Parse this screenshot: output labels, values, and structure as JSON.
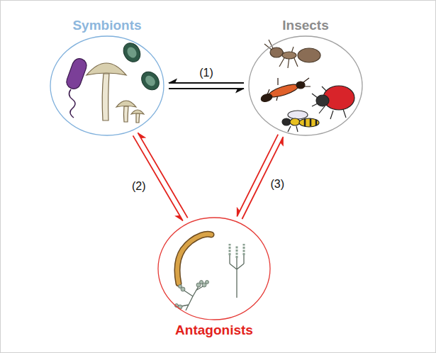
{
  "diagram": {
    "nodes": [
      {
        "text": [
          "Symbionts"
        ]
      },
      {
        "text": [
          "Insects"
        ]
      },
      {
        "text": [
          "Antagonists"
        ]
      }
    ],
    "edges": [
      {
        "from": 0,
        "to": 1,
        "arrow": "to",
        "label": "(1)"
      },
      {
        "from": 1,
        "to": 0,
        "arrow": "to"
      },
      {
        "from": 0,
        "to": 2,
        "arrow": "to",
        "label": "(2)"
      },
      {
        "from": 2,
        "to": 0,
        "arrow": "to"
      },
      {
        "from": 1,
        "to": 2,
        "arrow": "to",
        "label": "(3)"
      },
      {
        "from": 2,
        "to": 1,
        "arrow": "to"
      }
    ]
  }
}
